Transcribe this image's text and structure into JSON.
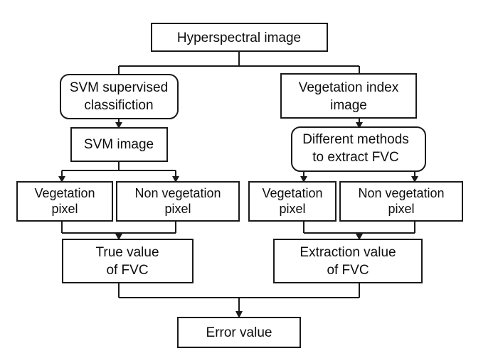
{
  "diagram": {
    "title": "FVC extraction error evaluation flowchart",
    "type": "flowchart",
    "orientation": "top-down",
    "colors": {
      "background": "#ffffff",
      "box_fill": "#ffffff",
      "box_stroke": "#1a1a1a",
      "text": "#0d0d0d",
      "connector": "#1a1a1a"
    },
    "nodes": [
      {
        "id": "hyperspectral-image",
        "shape": "rectangle",
        "lines": [
          "Hyperspectral image"
        ],
        "line1": "Hyperspectral image",
        "line2": ""
      },
      {
        "id": "svm-supervised-classification",
        "shape": "rounded-rectangle",
        "lines": [
          "SVM supervised",
          "classifiction"
        ],
        "line1": "SVM supervised",
        "line2": "classifiction"
      },
      {
        "id": "vegetation-index-image",
        "shape": "rectangle",
        "lines": [
          "Vegetation index",
          "image"
        ],
        "line1": "Vegetation index",
        "line2": "image"
      },
      {
        "id": "svm-image",
        "shape": "rectangle",
        "lines": [
          "SVM image"
        ],
        "line1": "SVM image",
        "line2": ""
      },
      {
        "id": "different-methods-to-extract-fvc",
        "shape": "rounded-rectangle",
        "lines": [
          "Different methods",
          "to extract FVC"
        ],
        "line1": "Different methods",
        "line2": "to extract FVC"
      },
      {
        "id": "left-vegetation-pixel",
        "shape": "rectangle",
        "lines": [
          "Vegetation",
          "pixel"
        ],
        "line1": "Vegetation",
        "line2": "pixel"
      },
      {
        "id": "left-non-vegetation-pixel",
        "shape": "rectangle",
        "lines": [
          "Non vegetation",
          "pixel"
        ],
        "line1": "Non vegetation",
        "line2": "pixel"
      },
      {
        "id": "right-vegetation-pixel",
        "shape": "rectangle",
        "lines": [
          "Vegetation",
          "pixel"
        ],
        "line1": "Vegetation",
        "line2": "pixel"
      },
      {
        "id": "right-non-vegetation-pixel",
        "shape": "rectangle",
        "lines": [
          "Non vegetation",
          "pixel"
        ],
        "line1": "Non vegetation",
        "line2": "pixel"
      },
      {
        "id": "true-value-of-fvc",
        "shape": "rectangle",
        "lines": [
          "True value",
          "of FVC"
        ],
        "line1": "True value",
        "line2": "of FVC"
      },
      {
        "id": "extraction-value-of-fvc",
        "shape": "rectangle",
        "lines": [
          "Extraction value",
          "of FVC"
        ],
        "line1": "Extraction value",
        "line2": "of FVC"
      },
      {
        "id": "error-value",
        "shape": "rectangle",
        "lines": [
          "Error value"
        ],
        "line1": "Error value",
        "line2": ""
      }
    ],
    "edges": [
      {
        "from": "hyperspectral-image",
        "to": "svm-supervised-classification"
      },
      {
        "from": "hyperspectral-image",
        "to": "vegetation-index-image"
      },
      {
        "from": "svm-supervised-classification",
        "to": "svm-image"
      },
      {
        "from": "vegetation-index-image",
        "to": "different-methods-to-extract-fvc"
      },
      {
        "from": "svm-image",
        "to": "left-vegetation-pixel"
      },
      {
        "from": "svm-image",
        "to": "left-non-vegetation-pixel"
      },
      {
        "from": "different-methods-to-extract-fvc",
        "to": "right-vegetation-pixel"
      },
      {
        "from": "different-methods-to-extract-fvc",
        "to": "right-non-vegetation-pixel"
      },
      {
        "from": "left-vegetation-pixel",
        "to": "true-value-of-fvc"
      },
      {
        "from": "left-non-vegetation-pixel",
        "to": "true-value-of-fvc"
      },
      {
        "from": "right-vegetation-pixel",
        "to": "extraction-value-of-fvc"
      },
      {
        "from": "right-non-vegetation-pixel",
        "to": "extraction-value-of-fvc"
      },
      {
        "from": "true-value-of-fvc",
        "to": "error-value"
      },
      {
        "from": "extraction-value-of-fvc",
        "to": "error-value"
      }
    ]
  }
}
